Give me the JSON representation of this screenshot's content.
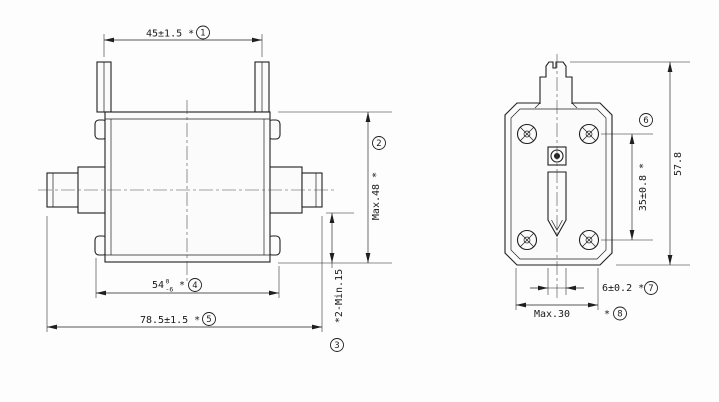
{
  "colors": {
    "line": "#1f1f1f",
    "background": "#fdfdfd"
  },
  "front_view": {
    "dim_blade_pitch": {
      "label": "45±1.5 *",
      "marker": "1"
    },
    "dim_max_height": {
      "label": "Max.48 *",
      "marker": "2"
    },
    "dim_contact_depth": {
      "label": "*2-Min.15",
      "marker": "3"
    },
    "dim_grip_width": {
      "value": "54",
      "tol_upper": "0",
      "tol_lower": "-6",
      "star": "*",
      "marker": "4"
    },
    "dim_overall_length": {
      "label": "78.5±1.5 *",
      "marker": "5"
    }
  },
  "side_view": {
    "dim_fixing_pitch": {
      "label": "35±0.8 *",
      "marker": "6"
    },
    "dim_total_height": {
      "label": "57.8"
    },
    "dim_blade_width": {
      "label": "6±0.2 *",
      "marker": "7"
    },
    "dim_max_width": {
      "label": "Max.30",
      "star": "*",
      "marker": "8"
    }
  }
}
